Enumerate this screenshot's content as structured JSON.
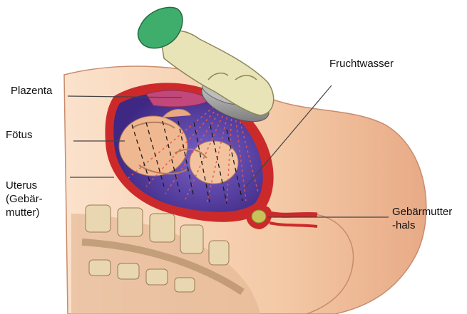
{
  "labels": {
    "plazenta": "Plazenta",
    "foetus": "Fötus",
    "uterus": "Uterus\n(Gebär-\nmutter)",
    "fruchtwasser": "Fruchtwasser",
    "cervix": "Gebärmutter\n-hals"
  },
  "colors": {
    "skin": "#f4c9a6",
    "skin_shadow": "#d99a7a",
    "uterus_wall": "#cc2a2a",
    "amniotic_fluid": "#5b3fa8",
    "placenta": "#c2477a",
    "glove": "#e9e4b8",
    "sleeve": "#3fae6d",
    "probe": "#9a9a9a",
    "beam": "#e35a4a",
    "spine_bone": "#e8d7b0",
    "leader_line": "#444444"
  }
}
